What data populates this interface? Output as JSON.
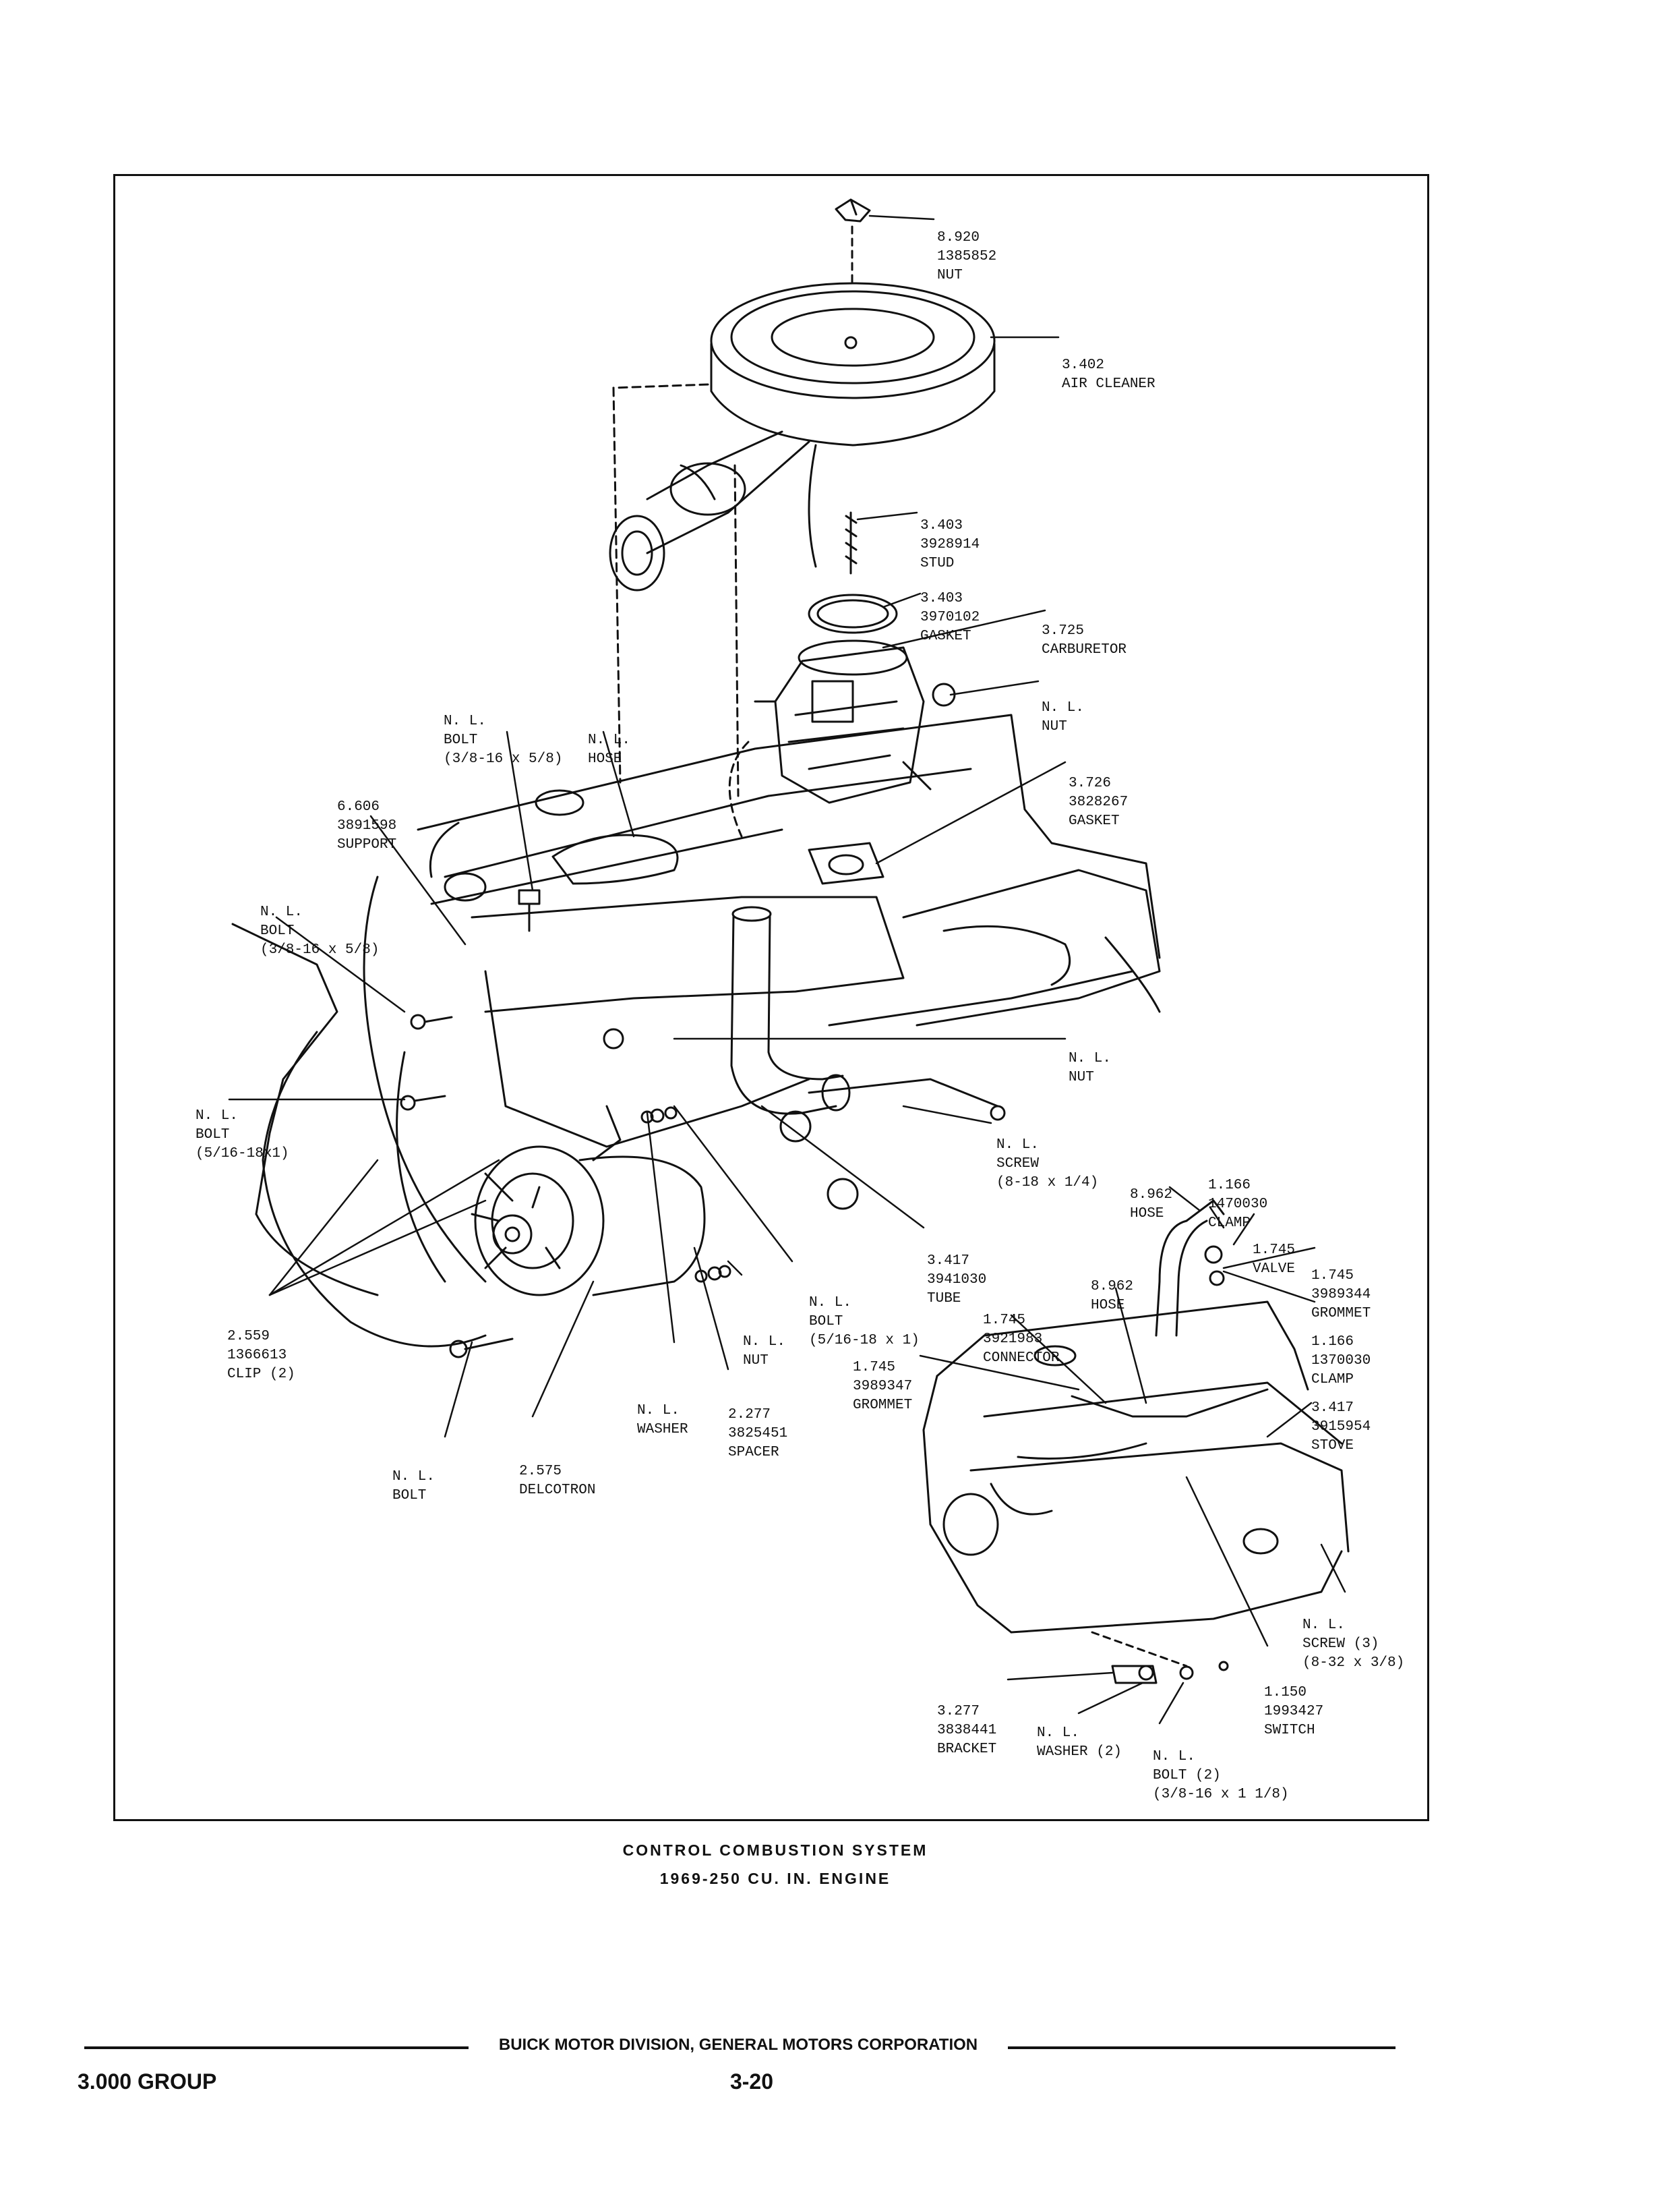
{
  "parts": [
    {
      "lines": [
        "8.920",
        "1385852",
        "NUT"
      ]
    },
    {
      "lines": [
        "3.402",
        "AIR CLEANER"
      ]
    },
    {
      "lines": [
        "3.403",
        "3928914",
        "STUD"
      ]
    },
    {
      "lines": [
        "3.403",
        "3970102",
        "GASKET"
      ]
    },
    {
      "lines": [
        "3.725",
        "CARBURETOR"
      ]
    },
    {
      "lines": [
        "N. L.",
        "NUT"
      ]
    },
    {
      "lines": [
        "N. L.",
        "BOLT",
        "(3/8-16 x 5/8)"
      ]
    },
    {
      "lines": [
        "N. L.",
        "HOSE"
      ]
    },
    {
      "lines": [
        "6.606",
        "3891598",
        "SUPPORT"
      ]
    },
    {
      "lines": [
        "3.726",
        "3828267",
        "GASKET"
      ]
    },
    {
      "lines": [
        "N. L.",
        "BOLT",
        "(3/8-16 x 5/8)"
      ]
    },
    {
      "lines": [
        "N. L.",
        "NUT"
      ]
    },
    {
      "lines": [
        "N. L.",
        "BOLT",
        "(5/16-18x1)"
      ]
    },
    {
      "lines": [
        "N. L.",
        "SCREW",
        "(8-18 x 1/4)"
      ]
    },
    {
      "lines": [
        "8.962",
        "HOSE"
      ]
    },
    {
      "lines": [
        "1.166",
        "1470030",
        "CLAMP"
      ]
    },
    {
      "lines": [
        "1.745",
        "VALVE"
      ]
    },
    {
      "lines": [
        "1.745",
        "3989344",
        "GROMMET"
      ]
    },
    {
      "lines": [
        "3.417",
        "3941030",
        "TUBE"
      ]
    },
    {
      "lines": [
        "8.962",
        "HOSE"
      ]
    },
    {
      "lines": [
        "2.559",
        "1366613",
        "CLIP (2)"
      ]
    },
    {
      "lines": [
        "N. L.",
        "NUT"
      ]
    },
    {
      "lines": [
        "N. L.",
        "BOLT",
        "(5/16-18 x 1)"
      ]
    },
    {
      "lines": [
        "1.745",
        "3921983",
        "CONNECTOR"
      ]
    },
    {
      "lines": [
        "1.166",
        "1370030",
        "CLAMP"
      ]
    },
    {
      "lines": [
        "1.745",
        "3989347",
        "GROMMET"
      ]
    },
    {
      "lines": [
        "N. L.",
        "WASHER"
      ]
    },
    {
      "lines": [
        "2.277",
        "3825451",
        "SPACER"
      ]
    },
    {
      "lines": [
        "3.417",
        "3915954",
        "STOVE"
      ]
    },
    {
      "lines": [
        "N. L.",
        "BOLT"
      ]
    },
    {
      "lines": [
        "2.575",
        "DELCOTRON"
      ]
    },
    {
      "lines": [
        "N. L.",
        "SCREW (3)",
        "(8-32 x 3/8)"
      ]
    },
    {
      "lines": [
        "1.150",
        "1993427",
        "SWITCH"
      ]
    },
    {
      "lines": [
        "3.277",
        "3838441",
        "BRACKET"
      ]
    },
    {
      "lines": [
        "N. L.",
        "WASHER (2)"
      ]
    },
    {
      "lines": [
        "N. L.",
        "BOLT (2)",
        "(3/8-16 x 1 1/8)"
      ]
    }
  ],
  "caption": {
    "line1": "CONTROL COMBUSTION SYSTEM",
    "line2": "1969-250 CU. IN. ENGINE"
  },
  "footer": {
    "division": "BUICK MOTOR DIVISION, GENERAL MOTORS CORPORATION",
    "group": "3.000 GROUP",
    "page": "3-20"
  }
}
